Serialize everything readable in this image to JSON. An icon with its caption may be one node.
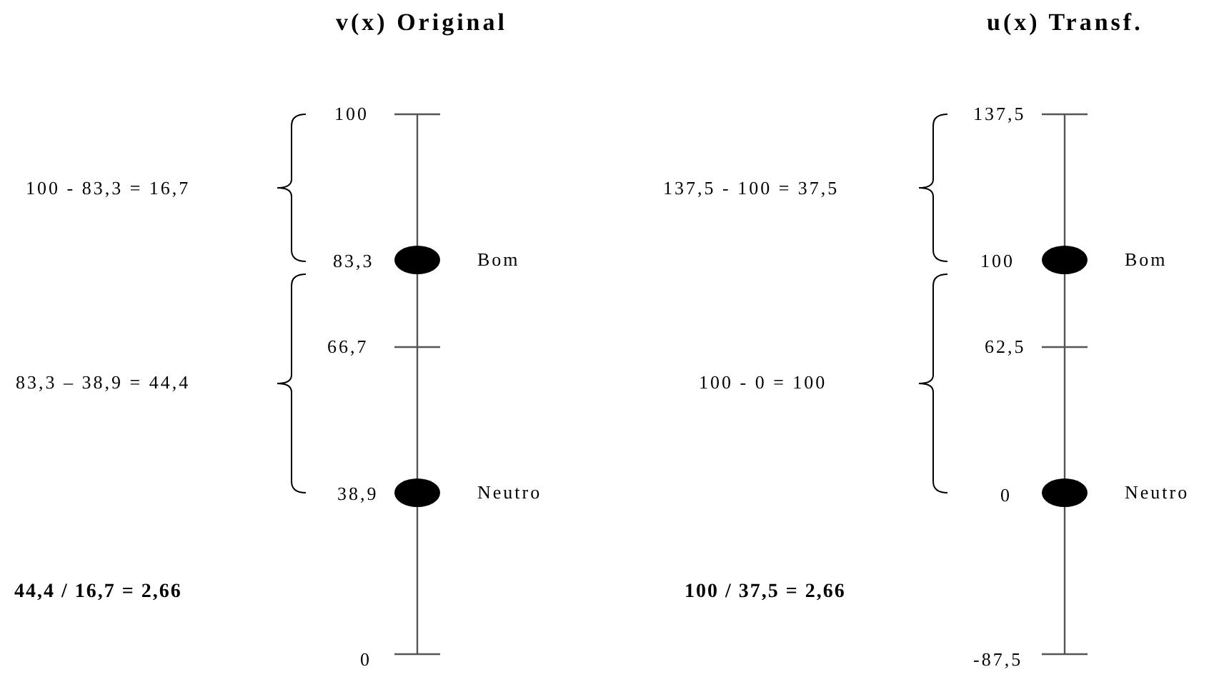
{
  "diagram": {
    "nodes": [
      {
        "text": [],
        "shape": "circle",
        "beside": [
          "Bom"
        ]
      },
      {
        "text": [],
        "shape": "circle",
        "beside": [
          "Bom"
        ]
      },
      {
        "text": [],
        "shape": "circle",
        "beside": [
          "Neutro"
        ]
      },
      {
        "text": [],
        "shape": "circle",
        "beside": [
          "Neutro"
        ]
      }
    ],
    "labels": [
      "v(x) Original",
      "u(x) Transf.",
      "100",
      "137,5",
      "100 - 83,3 = 16,7",
      "137,5 - 100 = 37,5",
      "83,3",
      "100",
      "66,7",
      "62,5",
      "83,3 – 38,9 = 44,4",
      "100 - 0 = 100",
      "38,9",
      "0",
      "44,4 / 16,7 = 2,66",
      "100 / 37,5 = 2,66",
      "0",
      "-87,5"
    ]
  }
}
